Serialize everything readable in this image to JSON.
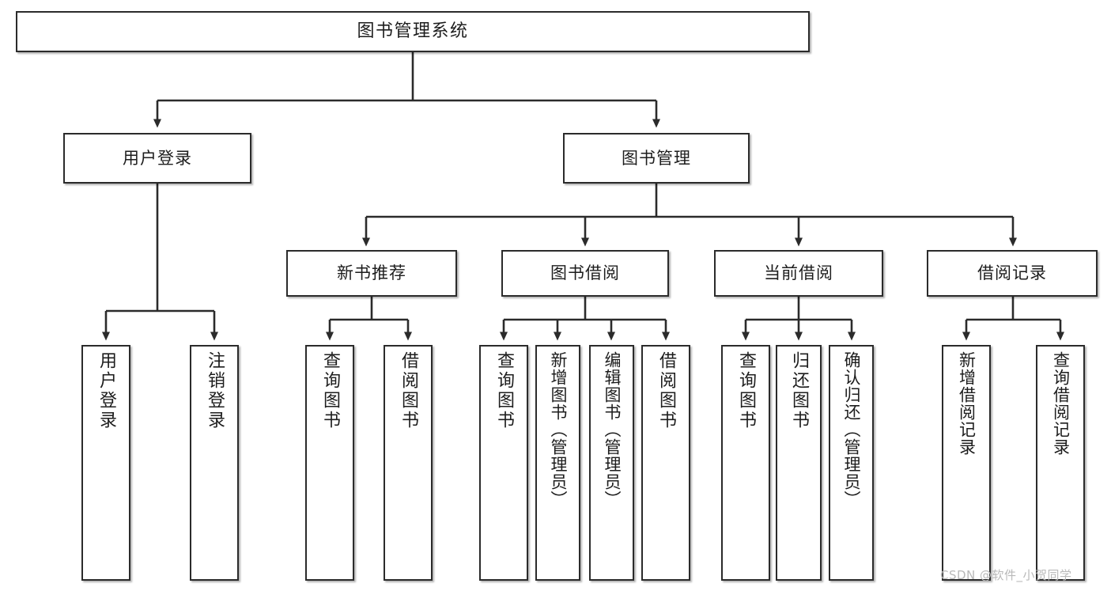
{
  "diagram": {
    "title": "图书管理系统",
    "type": "hierarchy-tree",
    "orientation": "top-down",
    "levels": 4,
    "root": {
      "id": "root",
      "label": "图书管理系统"
    },
    "level1": [
      {
        "id": "user-login",
        "label": "用户登录"
      },
      {
        "id": "book-manage",
        "label": "图书管理"
      }
    ],
    "level2": [
      {
        "id": "new-book-recommend",
        "label": "新书推荐",
        "parent": "book-manage"
      },
      {
        "id": "book-borrow",
        "label": "图书借阅",
        "parent": "book-manage"
      },
      {
        "id": "current-borrow",
        "label": "当前借阅",
        "parent": "book-manage"
      },
      {
        "id": "borrow-record",
        "label": "借阅记录",
        "parent": "book-manage"
      }
    ],
    "leaves": [
      {
        "id": "leaf-user-login",
        "label": "用户登录",
        "parent": "user-login"
      },
      {
        "id": "leaf-logout",
        "label": "注销登录",
        "parent": "user-login"
      },
      {
        "id": "leaf-query-book-1",
        "label": "查询图书",
        "parent": "new-book-recommend"
      },
      {
        "id": "leaf-borrow-book-1",
        "label": "借阅图书",
        "parent": "new-book-recommend"
      },
      {
        "id": "leaf-query-book-2",
        "label": "查询图书",
        "parent": "book-borrow"
      },
      {
        "id": "leaf-add-book",
        "label": "新增图书（管理员）",
        "parent": "book-borrow"
      },
      {
        "id": "leaf-edit-book",
        "label": "编辑图书（管理员）",
        "parent": "book-borrow"
      },
      {
        "id": "leaf-borrow-book-2",
        "label": "借阅图书",
        "parent": "book-borrow"
      },
      {
        "id": "leaf-query-book-3",
        "label": "查询图书",
        "parent": "current-borrow"
      },
      {
        "id": "leaf-return-book",
        "label": "归还图书",
        "parent": "current-borrow"
      },
      {
        "id": "leaf-confirm-return",
        "label": "确认归还（管理员）",
        "parent": "current-borrow"
      },
      {
        "id": "leaf-add-record",
        "label": "新增借阅记录",
        "parent": "borrow-record"
      },
      {
        "id": "leaf-query-record",
        "label": "查询借阅记录",
        "parent": "borrow-record"
      }
    ],
    "colors": {
      "box_border": "#2b2b2b",
      "box_fill": "#ffffff",
      "edge": "#2b2b2b",
      "text": "#1d1d1d",
      "watermark": "#b9b9b9",
      "background": "#ffffff"
    }
  },
  "watermark": {
    "text": "CSDN @软件_小贺同学"
  }
}
